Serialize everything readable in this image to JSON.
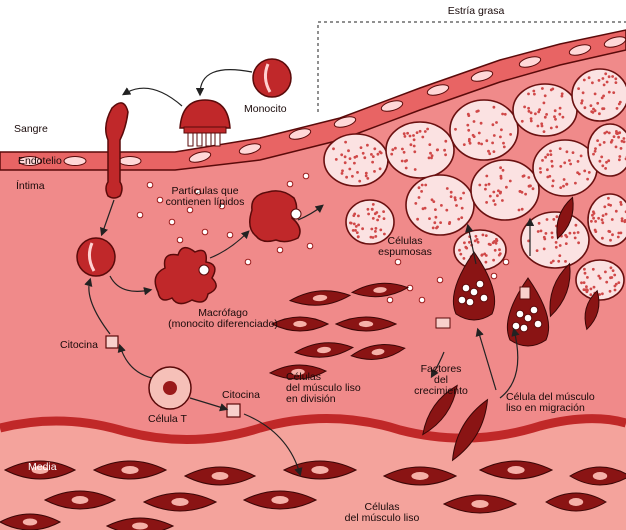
{
  "colors": {
    "tissue": "#f08a8a",
    "tissue_light": "#f6b0a8",
    "endothelium": "#e05a5a",
    "cell_dark": "#9a1a1a",
    "cell_red": "#c0282a",
    "foam_fill": "#fbe2e2",
    "background": "#ffffff"
  },
  "labels": {
    "estria_grasa": "Estría grasa",
    "monocito": "Monocito",
    "sangre": "Sangre",
    "endotelio": "Endotelio",
    "intima": "Íntima",
    "particulas": "Partículas que\ncontienen lípidos",
    "celulas_espumosas": "Células\nespumosas",
    "macrofago": "Macrófago\n(monocito diferenciado)",
    "citocina_1": "Citocina",
    "celula_t": "Célula T",
    "citocina_2": "Citocina",
    "division": "Células\ndel músculo liso\nen división",
    "factores": "Factores\ndel\ncrecimiento",
    "migracion": "Célula del músculo\nliso en migración",
    "media": "Media",
    "musculo_liso": "Células\ndel músculo liso"
  },
  "icons": {
    "monocyte": "monocyte-cell-icon",
    "macrophage": "macrophage-cell-icon",
    "t_cell": "t-cell-icon",
    "foam_cell": "foam-cell-icon",
    "smooth_muscle": "smooth-muscle-cell-icon",
    "cytokine": "cytokine-square-icon"
  }
}
